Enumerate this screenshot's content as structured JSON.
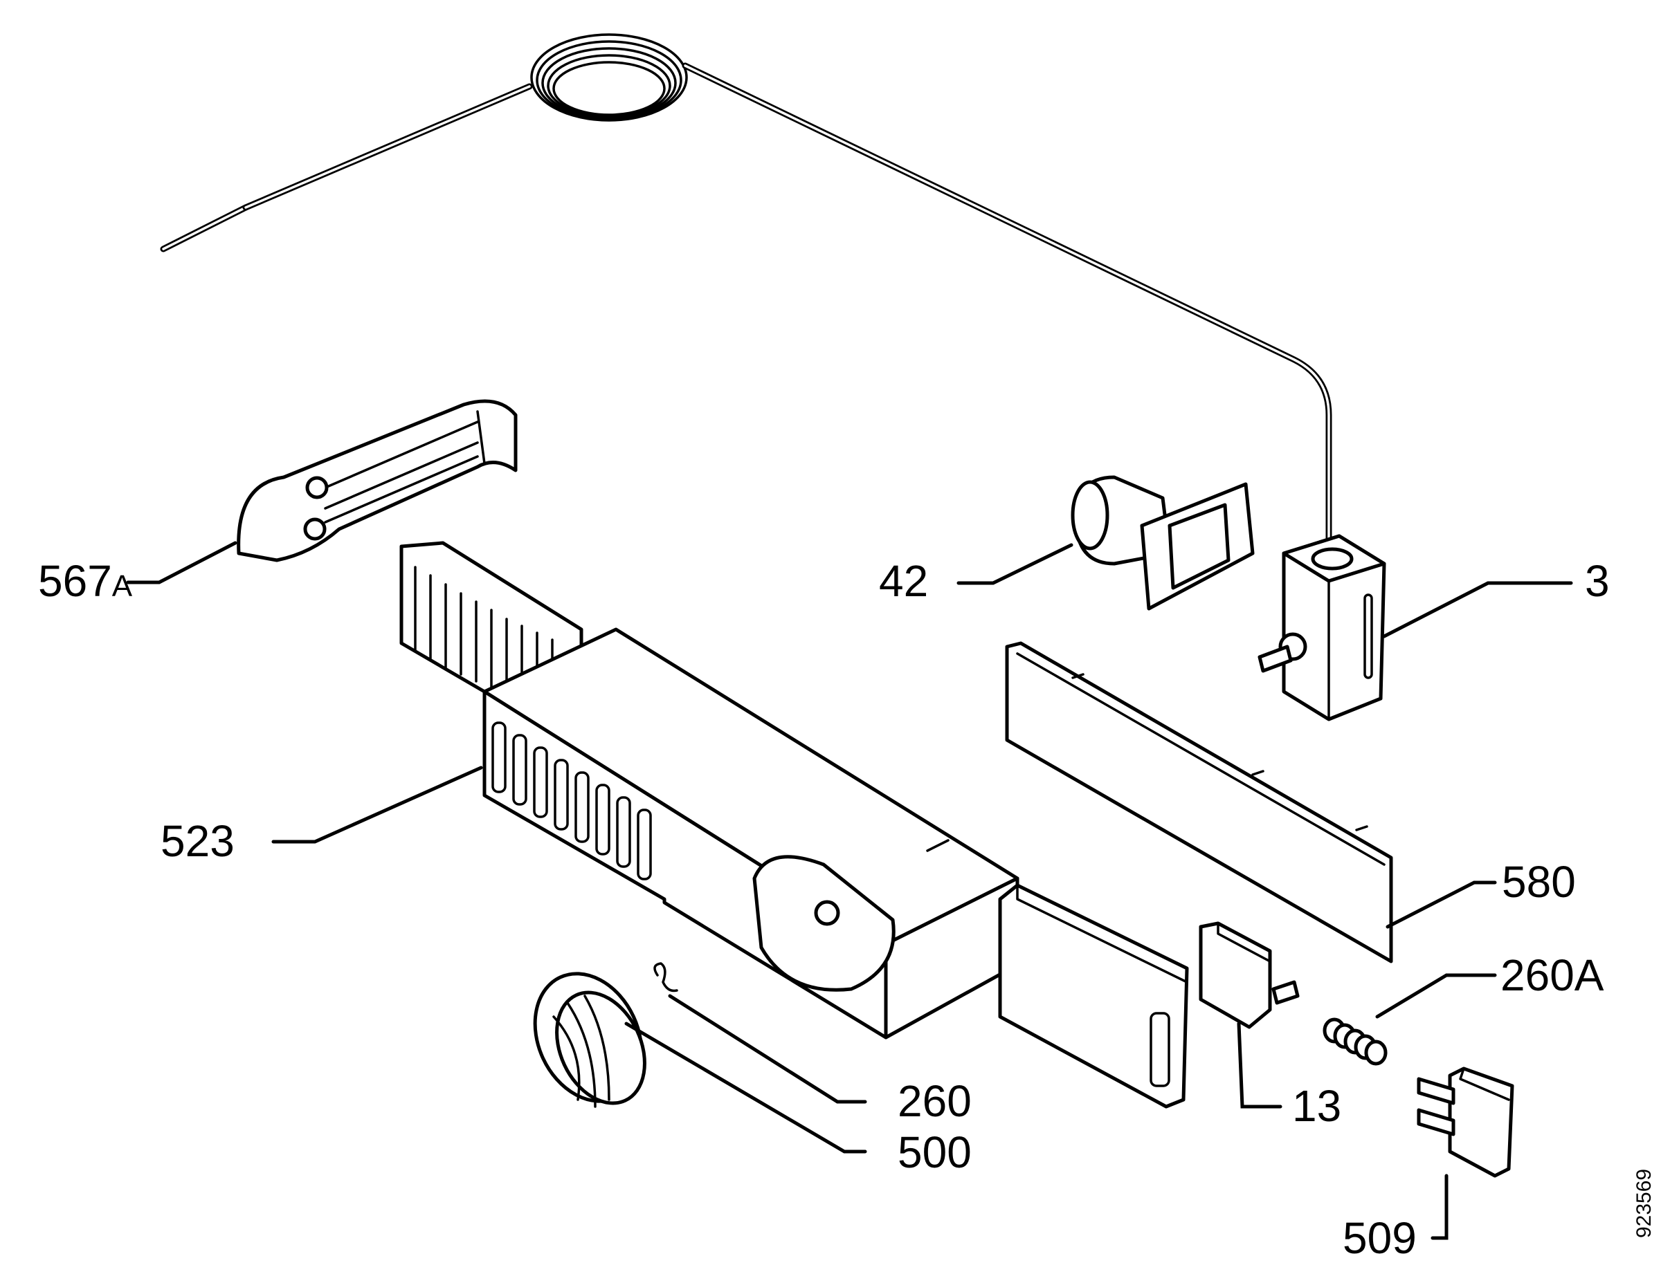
{
  "diagram": {
    "part_labels": {
      "p567a_num": "567",
      "p567a_suffix": "A",
      "p42": "42",
      "p3": "3",
      "p523": "523",
      "p580": "580",
      "p260a": "260A",
      "p260": "260",
      "p13": "13",
      "p500": "500",
      "p509": "509"
    },
    "drawing_number": "923569"
  }
}
